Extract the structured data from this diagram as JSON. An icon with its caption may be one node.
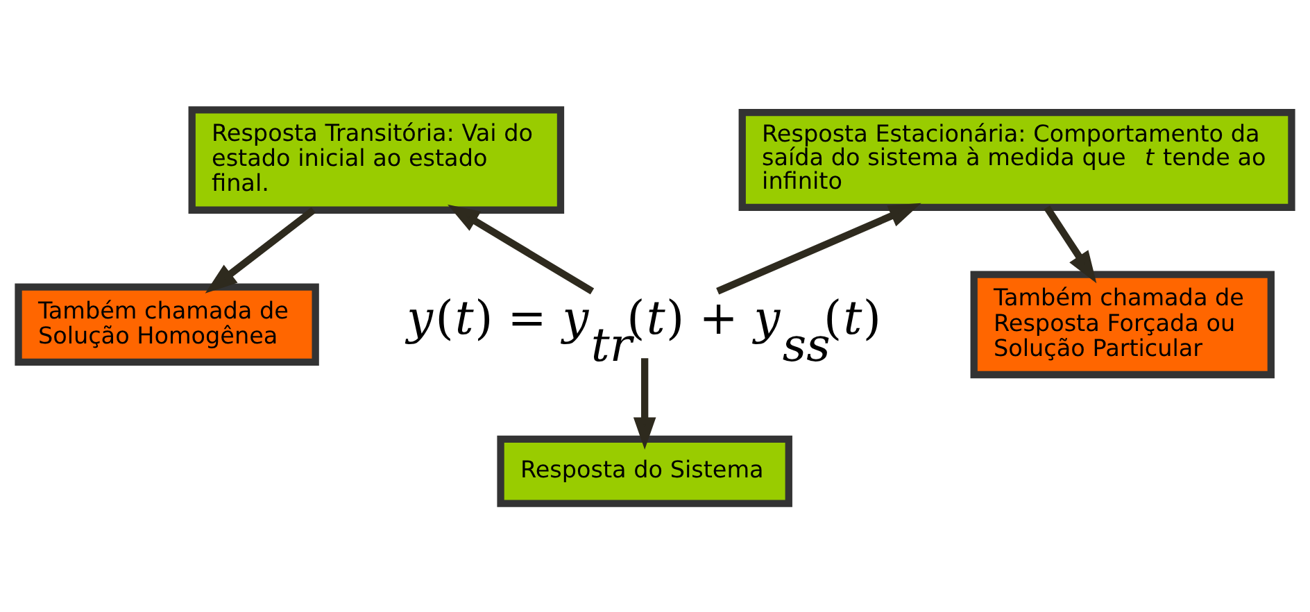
{
  "diagram": {
    "nodes": [
      {
        "text": [
          "Resposta Transitória: Vai do estado inicial ao estado final."
        ]
      },
      {
        "text": [
          "Também chamada de Solução Homogênea"
        ]
      },
      {
        "text": [
          "*y*(*t*) = *y*$_{tr}$(*t*) + *y*$_{ss}$(*t*)"
        ]
      },
      {
        "text": [
          "Resposta Estacionária: Comportamento da saída do sistema à medida que *t* tende ao infinito"
        ]
      },
      {
        "text": [
          "Também chamada de Resposta Forçada ou Solução Particular"
        ]
      },
      {
        "text": [
          "Resposta do Sistema"
        ]
      }
    ],
    "edges": [
      {
        "from": 0,
        "to": 1,
        "arrow": "to"
      },
      {
        "from": 2,
        "to": 0,
        "arrow": "to"
      },
      {
        "from": 2,
        "to": 3,
        "arrow": "to"
      },
      {
        "from": 3,
        "to": 4,
        "arrow": "to"
      },
      {
        "from": 2,
        "to": 5,
        "arrow": "to"
      }
    ]
  }
}
